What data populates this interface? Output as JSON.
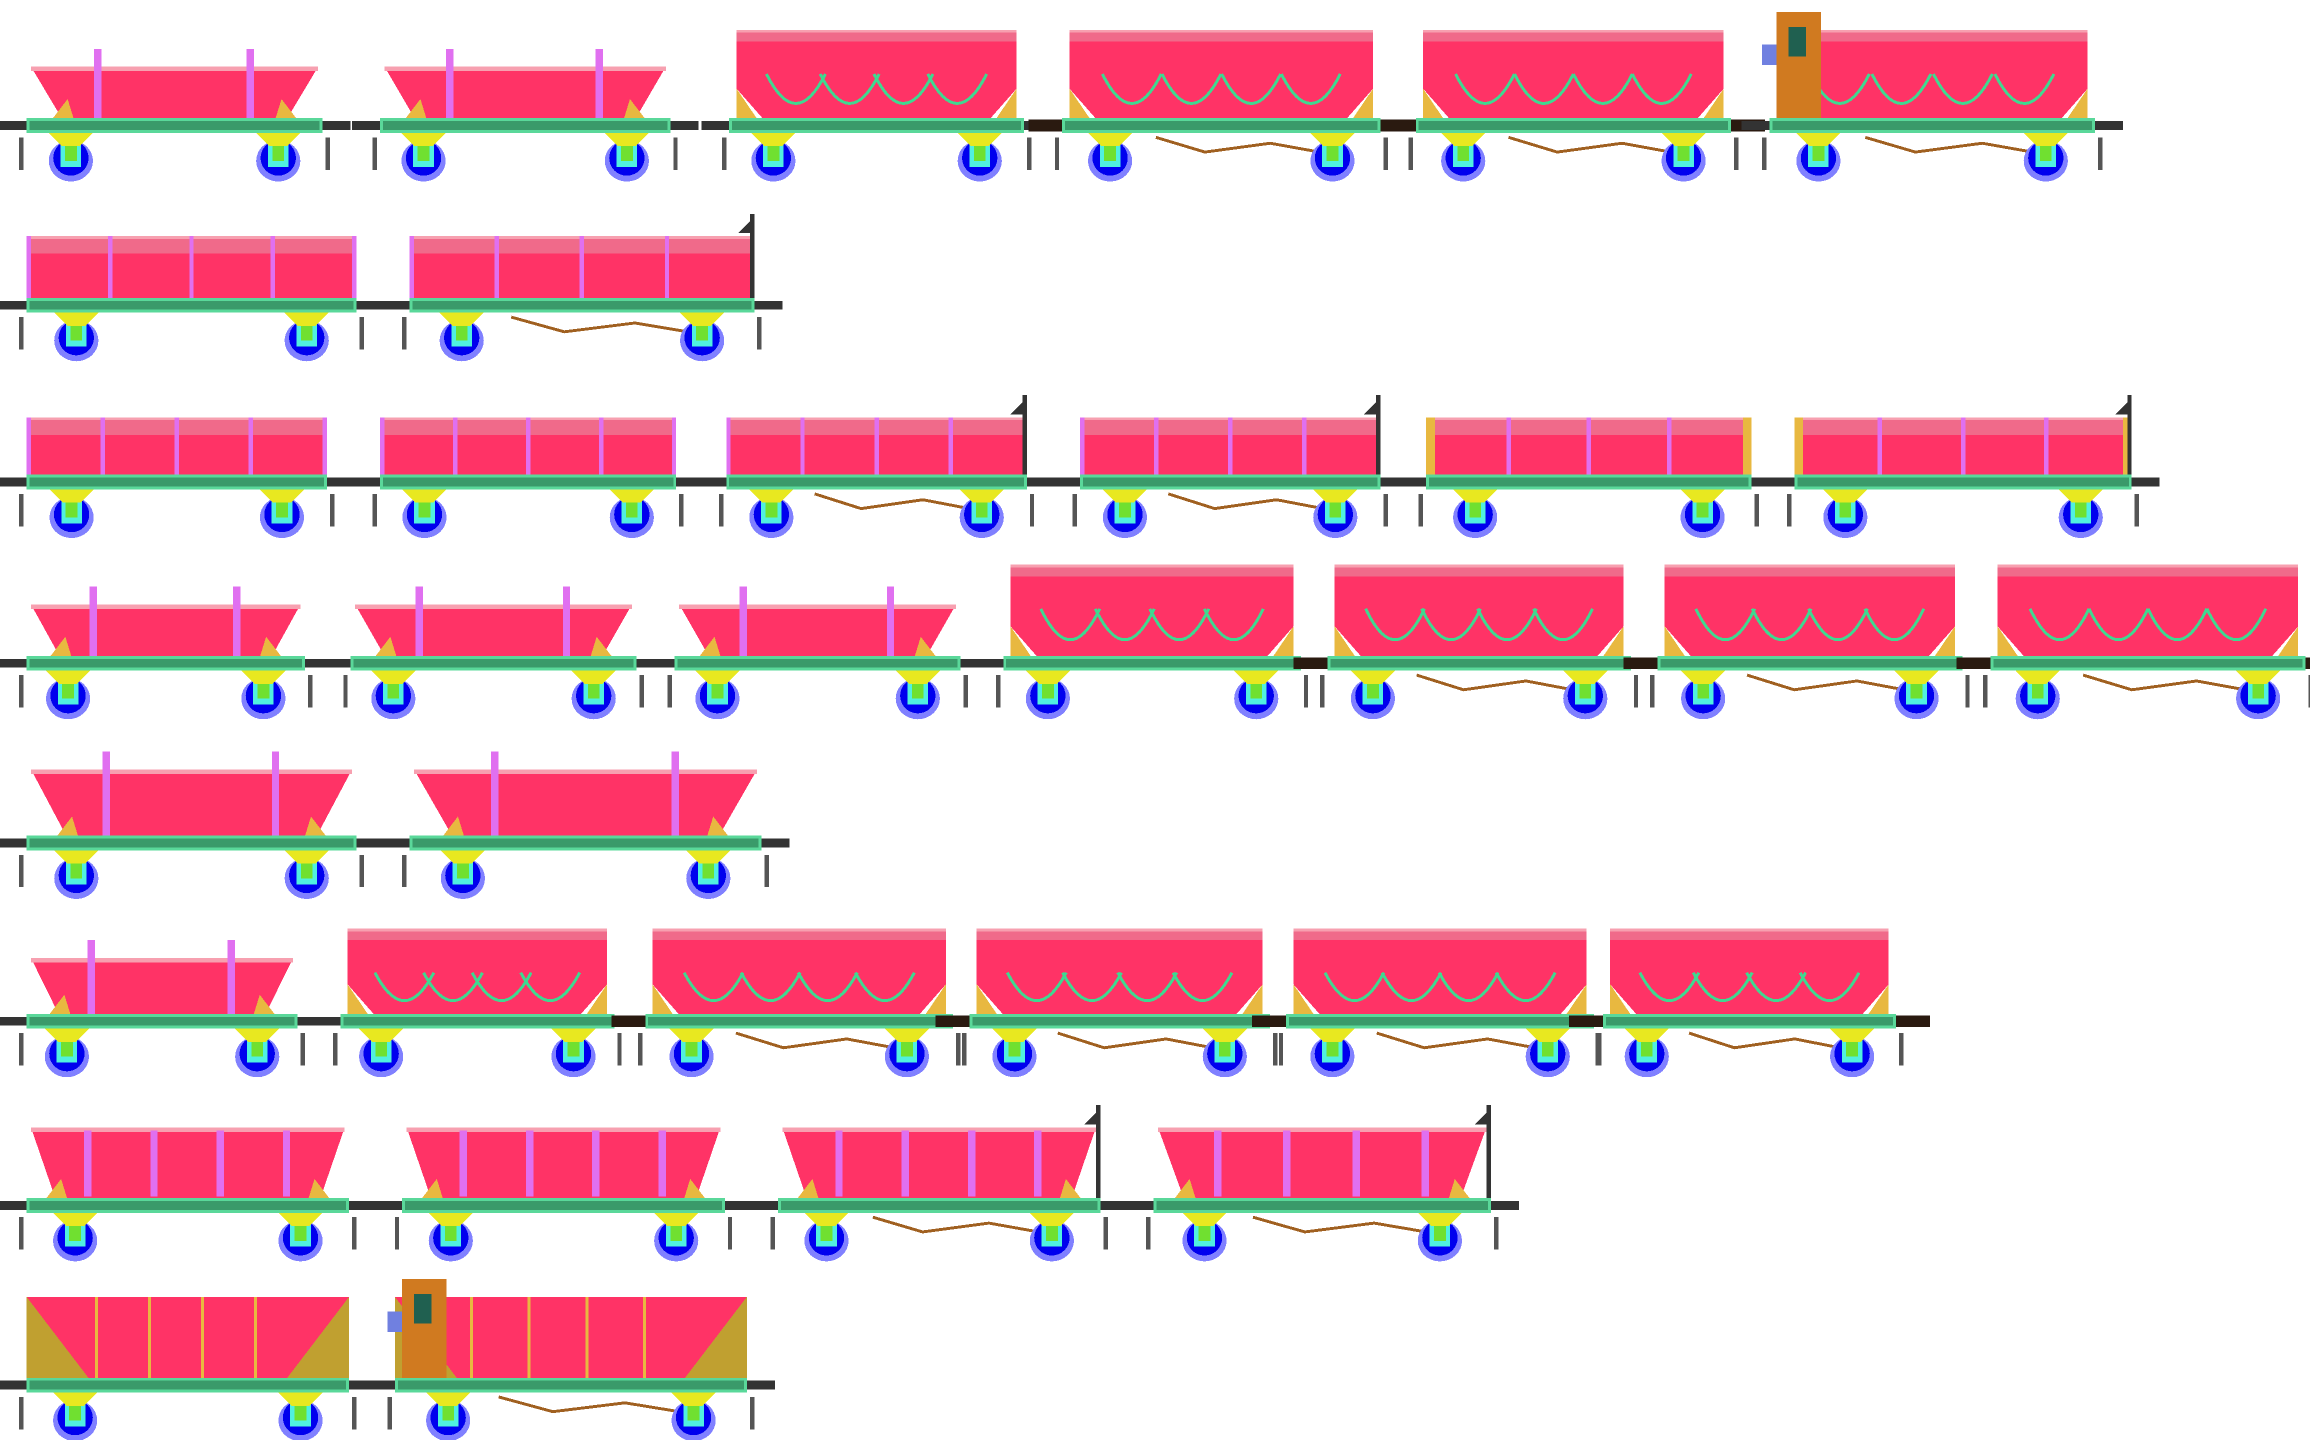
{
  "sheet": {
    "rows": 8,
    "sprites_per_row": [
      6,
      2,
      6,
      7,
      2,
      6,
      4,
      2
    ]
  },
  "colors": {
    "background": "#ffffff",
    "body": "#ff3366",
    "body_rim": "#f7a0b0",
    "body_band": "#f06a8a",
    "stake": "#e070f0",
    "frame": "#3a9a6a",
    "frame_edge": "#5ad89a",
    "wheel_outer": "#8080ff",
    "wheel": "#0000ee",
    "wheel_inner": "#50f0e0",
    "hub": "#70e030",
    "axlebox": "#e8e820",
    "coupler": "#333333",
    "buffer_yellow": "#e8b840",
    "brake_rod": "#a06020",
    "cab": "#d07a20",
    "hopper_rib": "#40d890",
    "end_panel": "#c0a030"
  }
}
